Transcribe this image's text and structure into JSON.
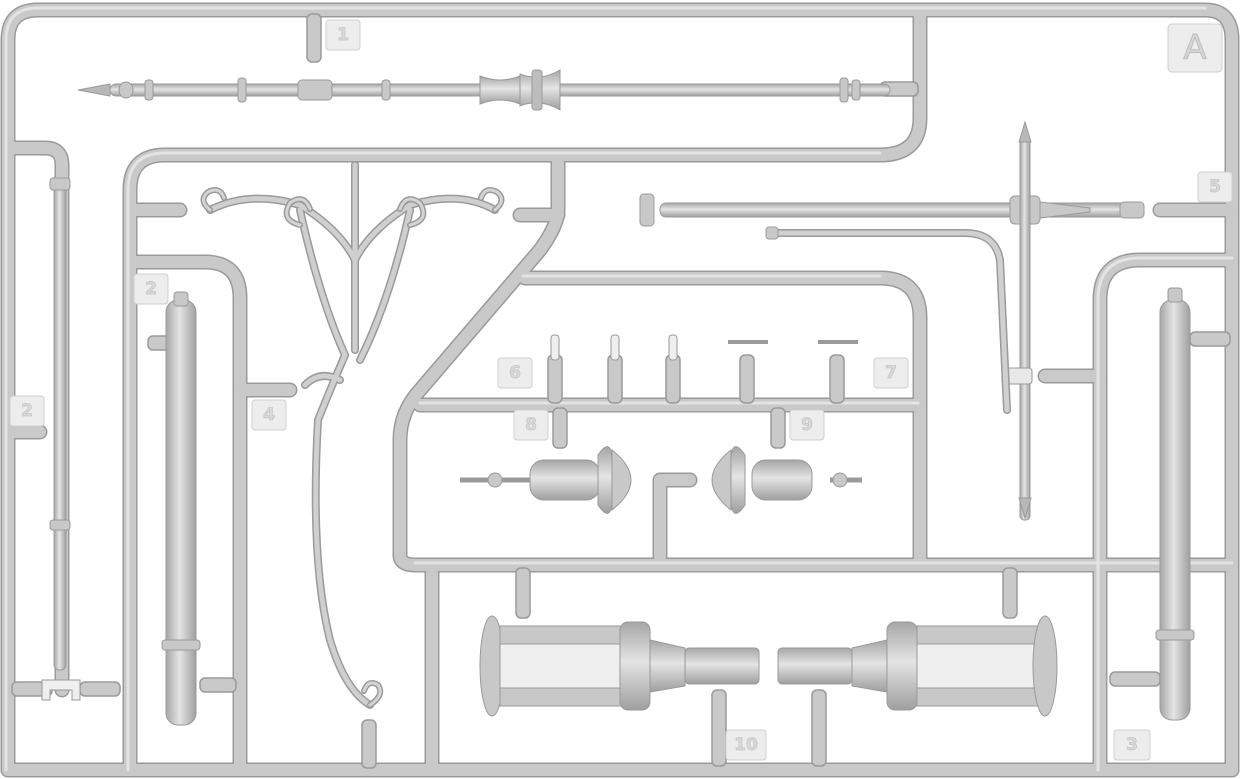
{
  "sprue": {
    "letter": "A",
    "color": "#c8c8c8",
    "highlight": "#e2e2e2",
    "shadow": "#9c9c9c",
    "background": "#ffffff"
  },
  "part_numbers": [
    "1",
    "2",
    "3",
    "4",
    "5",
    "6",
    "7",
    "8",
    "9",
    "10"
  ]
}
